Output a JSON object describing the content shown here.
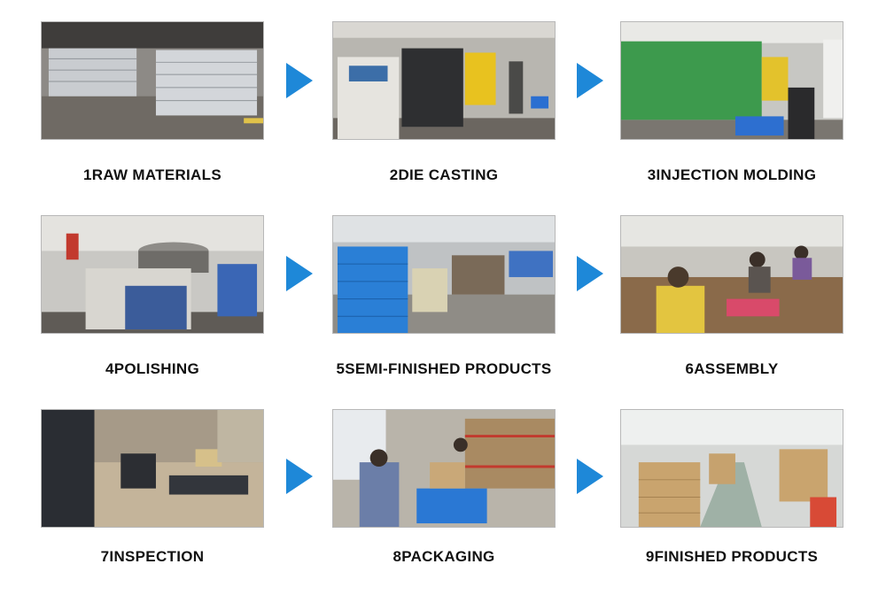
{
  "accent_color": "#1e88d8",
  "steps": [
    {
      "label": "1RAW MATERIALS",
      "image": "raw-materials-photo"
    },
    {
      "label": "2DIE CASTING",
      "image": "die-casting-photo"
    },
    {
      "label": "3INJECTION MOLDING",
      "image": "injection-molding-photo"
    },
    {
      "label": "4POLISHING",
      "image": "polishing-photo"
    },
    {
      "label": "5SEMI-FINISHED PRODUCTS",
      "image": "semi-finished-products-photo"
    },
    {
      "label": "6ASSEMBLY",
      "image": "assembly-photo"
    },
    {
      "label": "7INSPECTION",
      "image": "inspection-photo"
    },
    {
      "label": "8PACKAGING",
      "image": "packaging-photo"
    },
    {
      "label": "9FINISHED PRODUCTS",
      "image": "finished-products-photo"
    }
  ],
  "arrow_icon": "right-arrow-icon"
}
